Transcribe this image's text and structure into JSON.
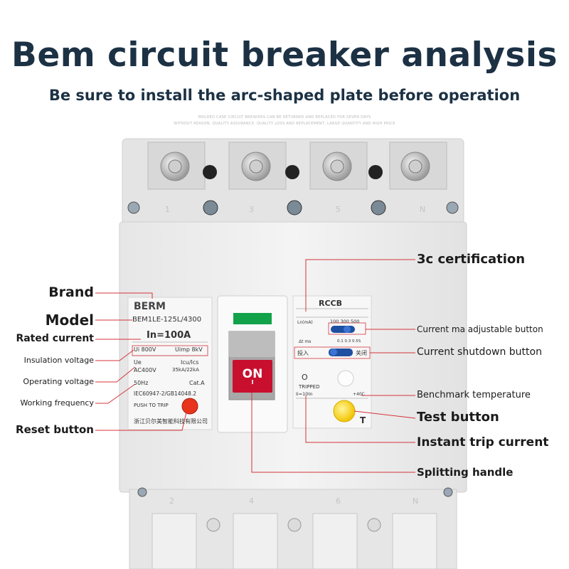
{
  "header": {
    "title": "Bem circuit breaker analysis",
    "subtitle": "Be sure to install the arc-shaped plate before operation",
    "fine_print_1": "MOLDED CASE CIRCUIT BREAKERS CAN BE RETURNED AND REPLACED FOR SEVEN DAYS",
    "fine_print_2": "WITHOUT REASON, QUALITY ASSURANCE, QUALITY LOSS AND REPLACEMENT, LARGE QUANTITY AND HIGH PRICE"
  },
  "callouts_left": [
    {
      "label": "Brand"
    },
    {
      "label": "Model"
    },
    {
      "label": "Rated current"
    },
    {
      "label": "Insulation voltage"
    },
    {
      "label": "Operating voltage"
    },
    {
      "label": "Working frequency"
    },
    {
      "label": "Reset button"
    }
  ],
  "callouts_right": [
    {
      "label": "3c certification"
    },
    {
      "label": "Current ma adjustable button"
    },
    {
      "label": "Current shutdown button"
    },
    {
      "label": "Benchmark temperature"
    },
    {
      "label": "Test button"
    },
    {
      "label": "Instant trip current"
    },
    {
      "label": "Splitting handle"
    }
  ],
  "device": {
    "brand": "BERM",
    "model": "BEM1LE-125L/4300",
    "rated_current": "In=100A",
    "ui": "Ui 800V",
    "uimp": "Uimp 8kV",
    "ue": "Ue",
    "icu": "Icu/Ics",
    "ac": "AC400V",
    "ka": "35kA/22kA",
    "hz": "50Hz",
    "cat": "Cat.A",
    "iec": "IEC60947-2/GB14048.2",
    "push": "PUSH TO TRIP",
    "company": "浙江贝尔美智能科技有限公司",
    "rccb": "RCCB",
    "on": "ON",
    "on_mark": "I",
    "ma_label": "Ln(mA)",
    "ma_values": "100 300 500",
    "delay": "Δt  ms",
    "delay_values": "0.1 0.3 0.5S",
    "on_cn": "投入",
    "off_cn": "关闭",
    "tripped": "TRIPPED",
    "inst": "Ii=10In",
    "temp": "+40C",
    "test_mark": "T",
    "o_mark": "O",
    "terminals_top": [
      "1",
      "3",
      "5",
      "N"
    ],
    "terminals_bottom": [
      "2",
      "4",
      "6",
      "N"
    ]
  },
  "colors": {
    "title": "#1c3144",
    "leader": "#d4343b",
    "on_button": "#c8102e",
    "reset_button": "#e8341c",
    "test_button": "#f5d40f",
    "slider": "#1f4fa0",
    "handle_green": "#12a24a"
  }
}
